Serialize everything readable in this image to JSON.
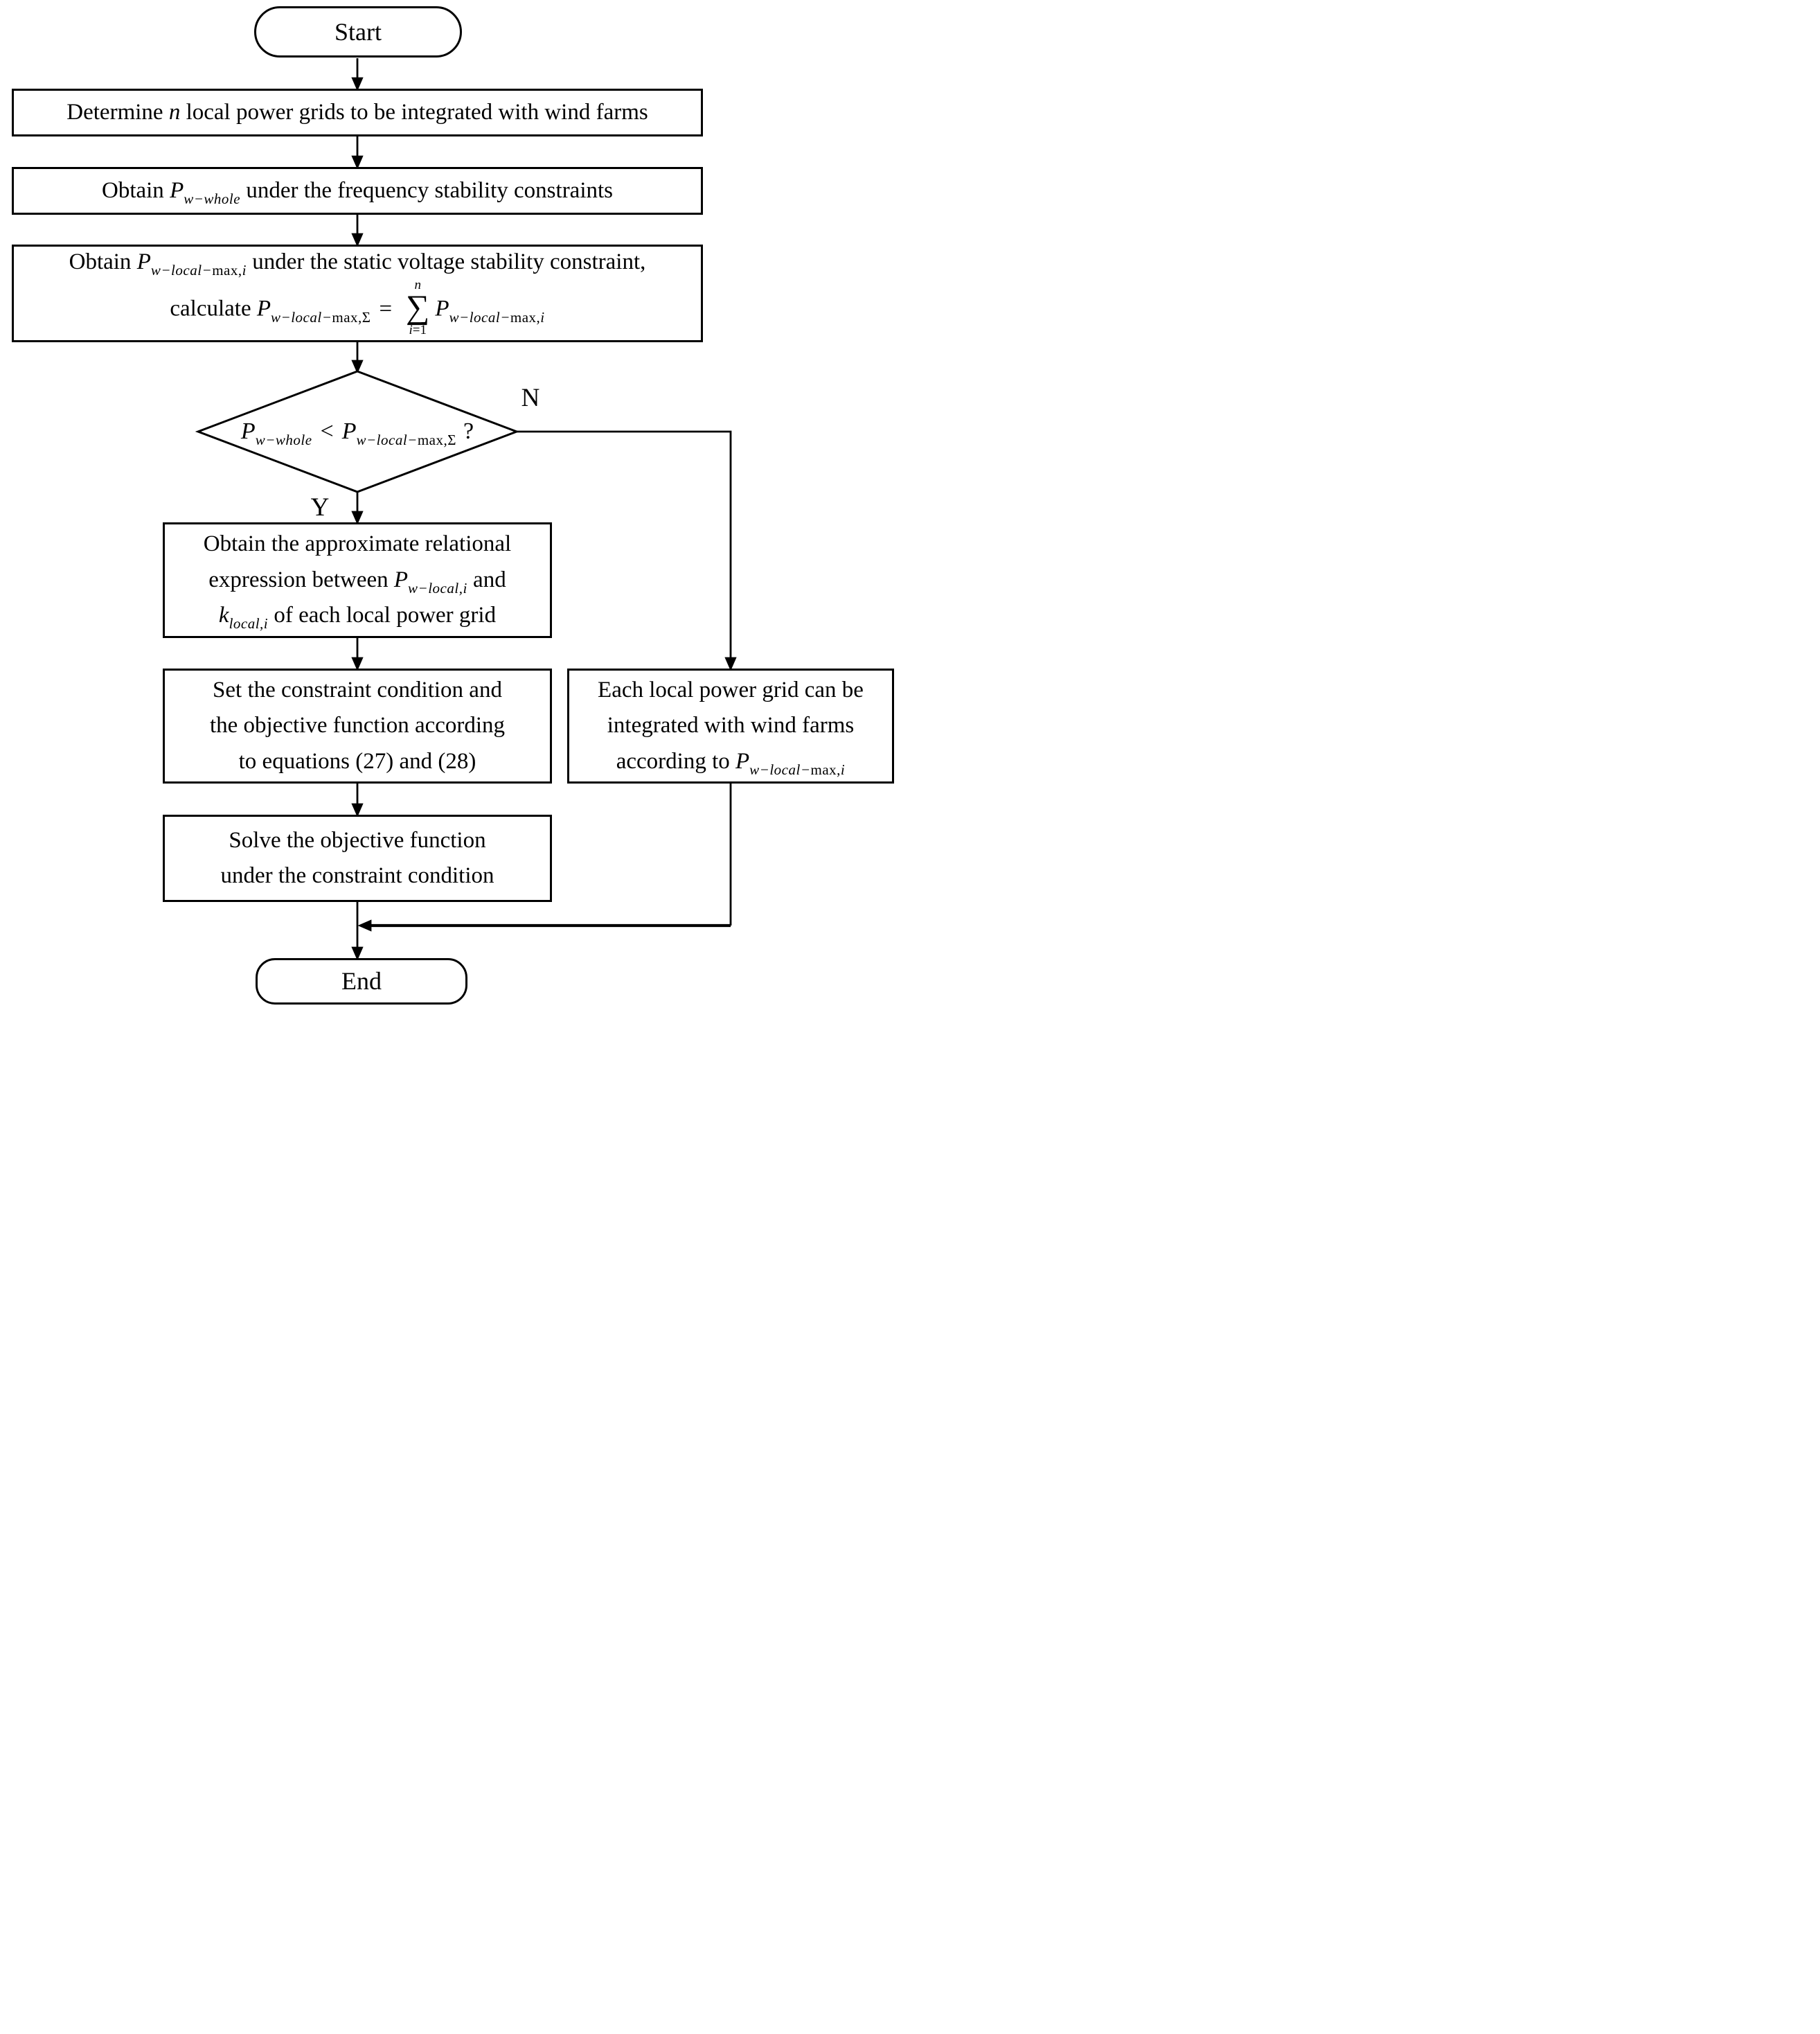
{
  "nodes": {
    "start": {
      "label": "Start"
    },
    "determine_grids": {
      "pre": "Determine ",
      "var_n": "n",
      "post": " local power grids to be integrated with wind farms"
    },
    "obtain_p_whole": {
      "pre": "Obtain ",
      "var_p": "P",
      "sub": "w−whole",
      "post": " under the frequency stability constraints"
    },
    "obtain_p_local": {
      "line1": {
        "pre": "Obtain ",
        "var_p": "P",
        "sub_it": "w−local−",
        "sub_ro": "max,",
        "sub_it2": "i",
        "post": " under the static voltage stability constraint,"
      },
      "line2": {
        "pre": "calculate ",
        "var_p": "P",
        "sub_it": "w−local−",
        "sub_ro": "max,Σ",
        "equals": "=",
        "sum_upper": "n",
        "sum_symbol": "∑",
        "sum_lower_var": "i",
        "sum_lower_eq": "=1",
        "var_p2": "P",
        "sub2_it": "w−local−",
        "sub2_ro": "max,",
        "sub2_it2": "i"
      }
    },
    "decision": {
      "var_p1": "P",
      "sub1": "w−whole",
      "operator": "<",
      "var_p2": "P",
      "sub2_it": "w−local−",
      "sub2_ro": "max,Σ",
      "question": "?"
    },
    "obtain_expression": {
      "line1": "Obtain the approximate relational",
      "line2_pre": "expression between ",
      "var_p": "P",
      "sub_p": "w−local,i",
      "line2_post": " and",
      "var_k": "k",
      "sub_k": "local,i",
      "line3_post": " of each local power grid"
    },
    "set_constraint": {
      "line1": "Set the constraint condition and",
      "line2": "the objective function according",
      "line3": "to equations (27) and (28)"
    },
    "solve": {
      "line1": "Solve the objective function",
      "line2": "under the constraint condition"
    },
    "integrate_each": {
      "line1": "Each local power grid can be",
      "line2": "integrated with wind farms",
      "line3_pre": "according to ",
      "var_p": "P",
      "sub_it": "w−local−",
      "sub_ro": "max,",
      "sub_it2": "i"
    },
    "end": {
      "label": "End"
    }
  },
  "edges": {
    "yes_label": "Y",
    "no_label": "N"
  },
  "colors": {
    "background": "#ffffff",
    "stroke": "#000000",
    "text": "#000000"
  }
}
